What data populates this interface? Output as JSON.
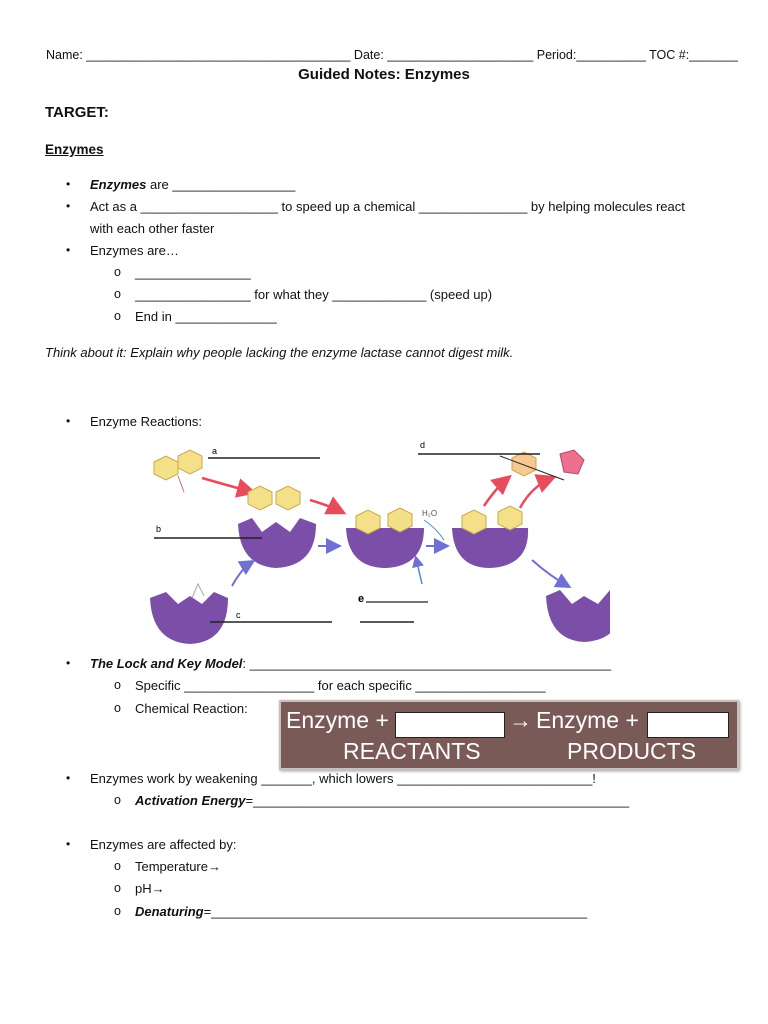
{
  "header": {
    "line": "Name: ______________________________________ Date: _____________________ Period:__________ TOC #:_______",
    "title": "Guided Notes: Enzymes"
  },
  "target_label": "TARGET:",
  "section_title": "Enzymes",
  "bullets": {
    "b1_term": "Enzymes",
    "b1_rest": " are _________________",
    "b2_line1": "Act as a ___________________ to speed up a chemical _______________ by helping molecules react",
    "b2_line2": "with each other faster",
    "b3": "Enzymes are…",
    "b3_sub1": "________________",
    "b3_sub2": "________________ for what they _____________ (speed up)",
    "b3_sub3": "End in ______________"
  },
  "think": "Think about it: Explain why people lacking the enzyme lactase cannot digest milk.",
  "reactions_label": "Enzyme Reactions:",
  "diagram_labels": {
    "a": "a",
    "b": "b",
    "c": "c",
    "d": "d",
    "e": "e",
    "h2o": "H₂O"
  },
  "lock_key": {
    "term": "The Lock and Key Model",
    "rest": ": __________________________________________________",
    "sub1": "Specific __________________ for each specific __________________",
    "sub2": "Chemical Reaction:"
  },
  "equation": {
    "left_top": "Enzyme + ",
    "arrow": "→",
    "right_top": "Enzyme + ",
    "left_bottom": "REACTANTS",
    "right_bottom": "PRODUCTS",
    "bg_color": "#7a5a57"
  },
  "weakening": {
    "text": "Enzymes work by weakening _______, which lowers ___________________________!",
    "sub_term": "Activation Energy",
    "sub_rest": "=____________________________________________________"
  },
  "affected": {
    "text": "Enzymes are affected by:",
    "sub1": "Temperature→",
    "sub2": "pH→",
    "sub3_term": "Denaturing",
    "sub3_rest": "=____________________________________________________"
  },
  "bullet_char": "•",
  "sub_char": "o",
  "colors": {
    "enzyme": "#7b4fa8",
    "substrate": "#f5e08a",
    "product": "#ef6f8e",
    "arrow_red": "#e84c5c",
    "arrow_blue": "#6f6fd6"
  }
}
